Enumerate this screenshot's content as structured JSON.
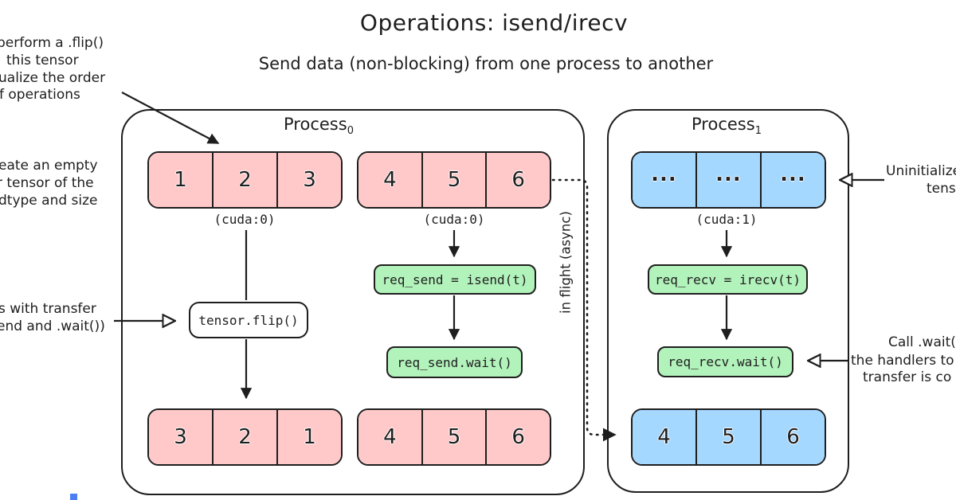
{
  "title": "Operations: isend/irecv",
  "subtitle": "Send data (non-blocking) from one process to another",
  "colors": {
    "pink": "#ffc9c9",
    "blue": "#a5d8ff",
    "green": "#b2f2bb",
    "ink": "#1e1e1e",
    "mark": "#4c7ef3"
  },
  "notes": {
    "flip": {
      "line1": "perform a .flip()",
      "line2": "this tensor",
      "line3": "ualize the order",
      "line4": "f operations"
    },
    "empty": {
      "line1": "eate an empty",
      "line2": "r tensor of the",
      "line3": "dtype and size"
    },
    "overlap": {
      "line1": "s with transfer",
      "line2": "end and .wait())"
    },
    "uninitialized": {
      "line1": "Uninitialized",
      "line2": "tensor"
    },
    "wait": {
      "line1": "Call .wait() on",
      "line2": "the handlers to",
      "line3": "transfer is co"
    },
    "in_flight": "in flight (async)"
  },
  "process0": {
    "label": "Process",
    "subscript": "0",
    "tensor_in_left": {
      "cells": [
        "1",
        "2",
        "3"
      ],
      "device": "(cuda:0)"
    },
    "tensor_in_right": {
      "cells": [
        "4",
        "5",
        "6"
      ],
      "device": "(cuda:0)"
    },
    "flip_label": "tensor.flip()",
    "isend_label": "req_send = isend(t)",
    "wait_label": "req_send.wait()",
    "tensor_out_left": {
      "cells": [
        "3",
        "2",
        "1"
      ]
    },
    "tensor_out_right": {
      "cells": [
        "4",
        "5",
        "6"
      ]
    }
  },
  "process1": {
    "label": "Process",
    "subscript": "1",
    "tensor_in": {
      "cells": [
        "...",
        "...",
        "..."
      ],
      "device": "(cuda:1)"
    },
    "irecv_label": "req_recv = irecv(t)",
    "wait_label": "req_recv.wait()",
    "tensor_out": {
      "cells": [
        "4",
        "5",
        "6"
      ]
    }
  }
}
